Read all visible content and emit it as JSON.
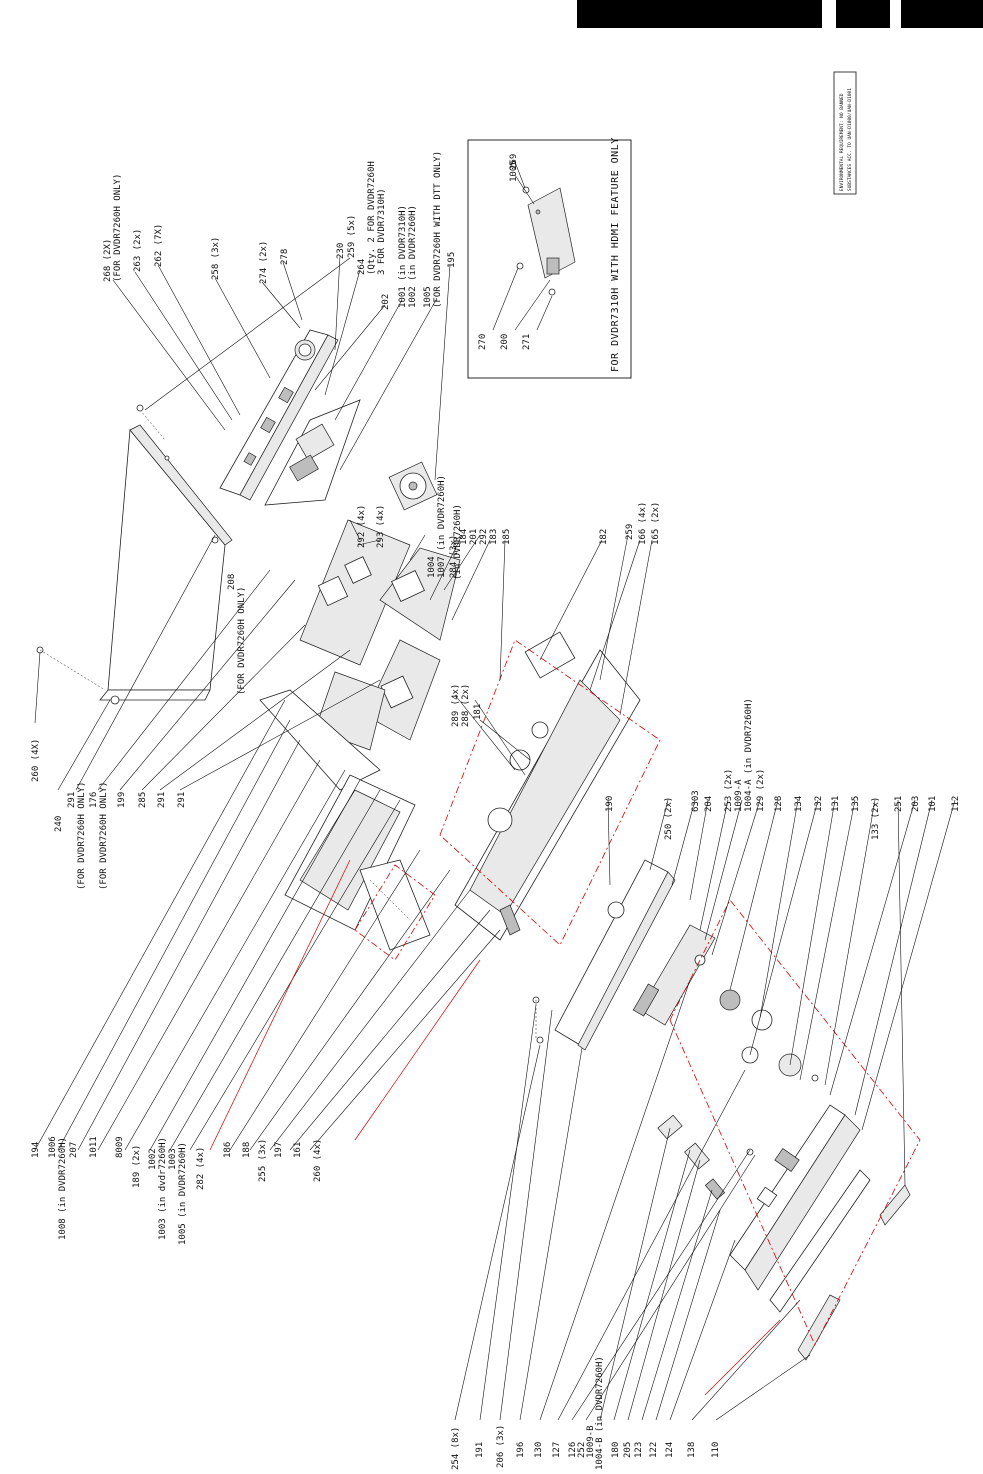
{
  "header": {
    "tabs": [
      "",
      "",
      ""
    ]
  },
  "stamp": {
    "lines": [
      "ENVIRONMENTAL REQUIREMENT: NO BANNED",
      "SUBSTANCES ACC. TO UAN-D1000/UAN-D1001"
    ]
  },
  "inset": {
    "title": "FOR DVDR7310H WITH HDMI FEATURE ONLY",
    "labels": [
      "1005",
      "269",
      "270",
      "200",
      "271"
    ]
  },
  "labels_top": [
    "259 (5x)",
    "268 (2X)",
    "(FOR DVDR7260H ONLY)",
    "263 (2x)",
    "262 (7X)",
    "258 (3x)",
    "274 (2x)",
    "278",
    "230",
    "264",
    "(Qty. 2 FOR DVDR7260H",
    "3 FOR DVDR7310H)",
    "1001 (in DVDR7310H)",
    "1002 (in DVDR7260H)",
    "1005",
    "(FOR DVDR7260H WITH DTT ONLY)",
    "195",
    "202",
    "(in DVDR7260H)",
    "292 (4x)",
    "293 (4x)",
    "208",
    "(FOR DVDR7260H ONLY)",
    "1004",
    "1007 (in DVDR7260H)",
    "284 (3x)",
    "184",
    "201",
    "292",
    "183",
    "185",
    "182",
    "259",
    "166 (4x)",
    "165 (2x)",
    "289 (4x)",
    "288 (2x)",
    "181",
    "190",
    "250 (2x)",
    "6303",
    "204",
    "253 (2x)",
    "1009-A",
    "1004-A (in DVDR7260H)",
    "129 (2x)",
    "128",
    "134",
    "132",
    "131",
    "135",
    "133 (2x)",
    "251",
    "203",
    "101",
    "112"
  ],
  "labels_left": [
    "260 (4X)",
    "240",
    "291",
    "(FOR DVDR7260H ONLY)",
    "176",
    "(FOR DVDR7260H ONLY)",
    "199",
    "285",
    "291",
    "291"
  ],
  "labels_bottom": [
    "194",
    "1006",
    "1008 (in DVDR7260H)",
    "207",
    "1011",
    "8009",
    "189 (2x)",
    "1002",
    "1003 (in dvdr7260H)",
    "1003",
    "1005 (in DVDR7260H)",
    "282 (4x)",
    "186",
    "188",
    "255 (3x)",
    "197",
    "161",
    "260 (4x)",
    "254 (8x)",
    "191",
    "206 (3x)",
    "196",
    "130",
    "127",
    "126",
    "252",
    "1009-B",
    "1004-B (in DVDR7260H)",
    "180",
    "205",
    "123",
    "122",
    "124",
    "138",
    "110"
  ]
}
